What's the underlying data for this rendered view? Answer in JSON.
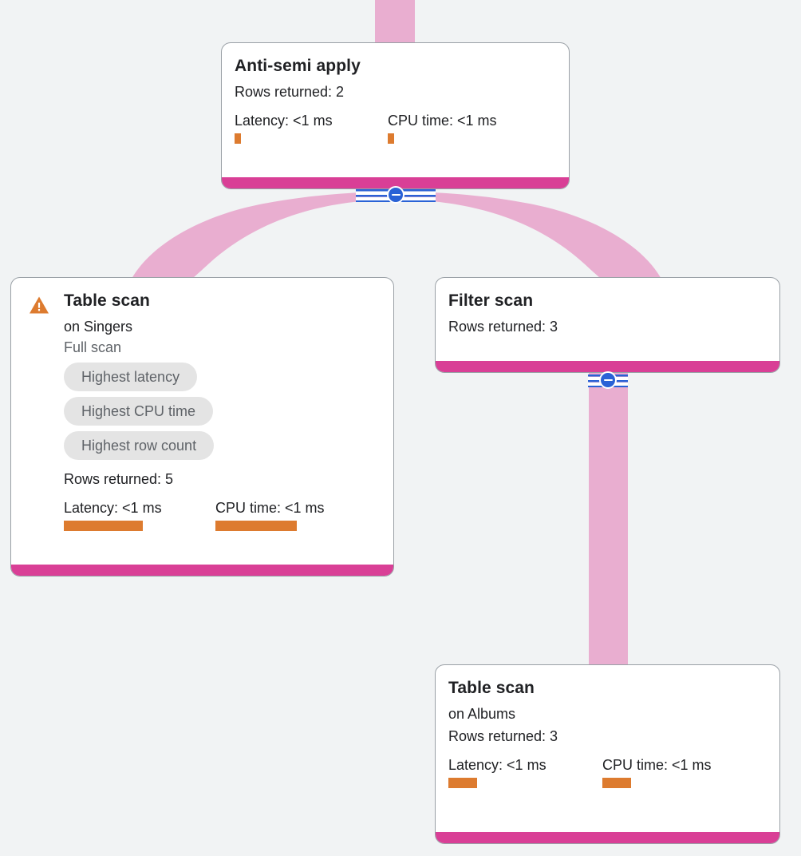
{
  "canvas": {
    "background_color": "#f1f3f4",
    "accent_color": "#d93f96",
    "edge_color": "#e9aed0",
    "bar_color": "#dd7b2f",
    "toggle_color": "#2a62d6",
    "warning_color": "#dd7b2f"
  },
  "nodes": [
    {
      "id": "anti-semi-apply",
      "title": "Anti-semi apply",
      "rows_returned": "Rows returned: 2",
      "latency_label": "Latency: <1 ms",
      "cpu_label": "CPU time: <1 ms",
      "latency_bar_width": 8,
      "cpu_bar_width": 8,
      "has_warning": false,
      "subtitle": "",
      "scan_type": "",
      "chips": []
    },
    {
      "id": "table-scan-singers",
      "title": "Table scan",
      "subtitle": "on Singers",
      "scan_type": "Full scan",
      "chips": [
        "Highest latency",
        "Highest CPU time",
        "Highest row count"
      ],
      "rows_returned": "Rows returned: 5",
      "latency_label": "Latency: <1 ms",
      "cpu_label": "CPU time: <1 ms",
      "latency_bar_width": 99,
      "cpu_bar_width": 102,
      "has_warning": true,
      "warning_icon": "warning-triangle-icon"
    },
    {
      "id": "filter-scan",
      "title": "Filter scan",
      "rows_returned": "Rows returned: 3",
      "subtitle": "",
      "scan_type": "",
      "chips": [],
      "has_warning": false,
      "latency_label": "",
      "cpu_label": ""
    },
    {
      "id": "table-scan-albums",
      "title": "Table scan",
      "subtitle": "on Albums",
      "scan_type": "",
      "chips": [],
      "rows_returned": "Rows returned: 3",
      "latency_label": "Latency: <1 ms",
      "cpu_label": "CPU time: <1 ms",
      "latency_bar_width": 36,
      "cpu_bar_width": 36,
      "has_warning": false
    }
  ],
  "toggles": [
    {
      "id": "toggle-anti-semi-apply",
      "state": "expanded",
      "icon": "minus-circle-icon"
    },
    {
      "id": "toggle-filter-scan",
      "state": "expanded",
      "icon": "minus-circle-icon"
    }
  ]
}
